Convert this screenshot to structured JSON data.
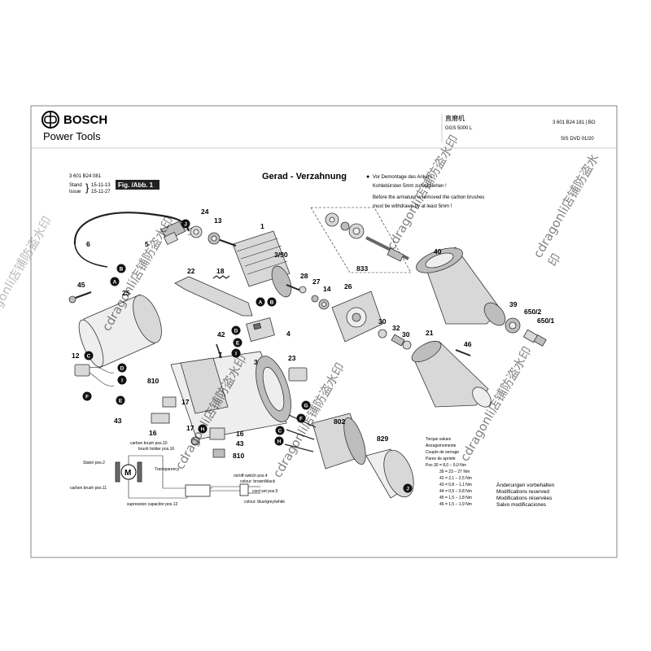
{
  "brand": {
    "name": "BOSCH",
    "subtitle": "Power Tools"
  },
  "header": {
    "title_cn": "直磨机",
    "model": "GGS 5000 L",
    "part_number": "3 601 B24 181 | BO",
    "dvd": "SIS DVD 01/20"
  },
  "info": {
    "id": "3 601 B24 081",
    "stand_label": "Stand",
    "stand_value": "15-11-13",
    "issue_label": "Issue",
    "issue_value": "15-11-27",
    "fig": "Fig. /Abb. 1"
  },
  "title": "Gerad - Verzahnung",
  "note": {
    "bullet": "●",
    "de1": "Vor Demontage des Ankers",
    "de2": "Kohlebürsten 5mm zurückziehen !",
    "en1": "Before the armature is removed the carbon brushes",
    "en2": "must be withdrawn by at least 5mm !"
  },
  "parts": [
    "1",
    "3",
    "3/50",
    "4",
    "5",
    "6",
    "7",
    "12",
    "13",
    "14",
    "16",
    "16",
    "17",
    "17",
    "18",
    "21",
    "22",
    "23",
    "24",
    "25",
    "26",
    "27",
    "28",
    "30",
    "30",
    "32",
    "39",
    "40",
    "42",
    "43",
    "43",
    "45",
    "46",
    "650/1",
    "650/2",
    "802",
    "810",
    "810",
    "829",
    "833"
  ],
  "letters": [
    "A",
    "B",
    "C",
    "D",
    "E",
    "F",
    "G",
    "H",
    "I",
    "J"
  ],
  "wiring": {
    "carbon_brush_10": "carbon brush pos.10",
    "brush_holder_16": "brush holder pos.16",
    "stator": "Stator pos.2",
    "transparency": "Transparency",
    "carbon_brush_11": "carbon brush pos.11",
    "suppression": "supression capacitor pos.12",
    "onoff": "on/off-switch pos.4",
    "colour_brown": "colour: brown/black",
    "cord_set": "cord set pos.5",
    "colour_blue": "colour: blue/grey/white",
    "motor": "M"
  },
  "torque": {
    "header": [
      "Torque values",
      "Anzugsmomente",
      "Couple de serrage",
      "Pares de apriete"
    ],
    "rows": [
      "Pos  30  =  8,0 – 9,0 Nm",
      "39  =  23 – 27 Nm",
      "42  =  2,1 – 2,5 Nm",
      "43  =  0,8 – 1,1 Nm",
      "44  =  0,5 – 0,8 Nm",
      "45  =  1,5 – 1,8 Nm",
      "46  =  1,5 – 1,9 Nm"
    ]
  },
  "modifications": [
    "Änderungen vorbehalten",
    "Modifications reserved",
    "Modifications réservées",
    "Salvo modificaciones"
  ],
  "watermark": "cdragonli店铺防盗水印"
}
